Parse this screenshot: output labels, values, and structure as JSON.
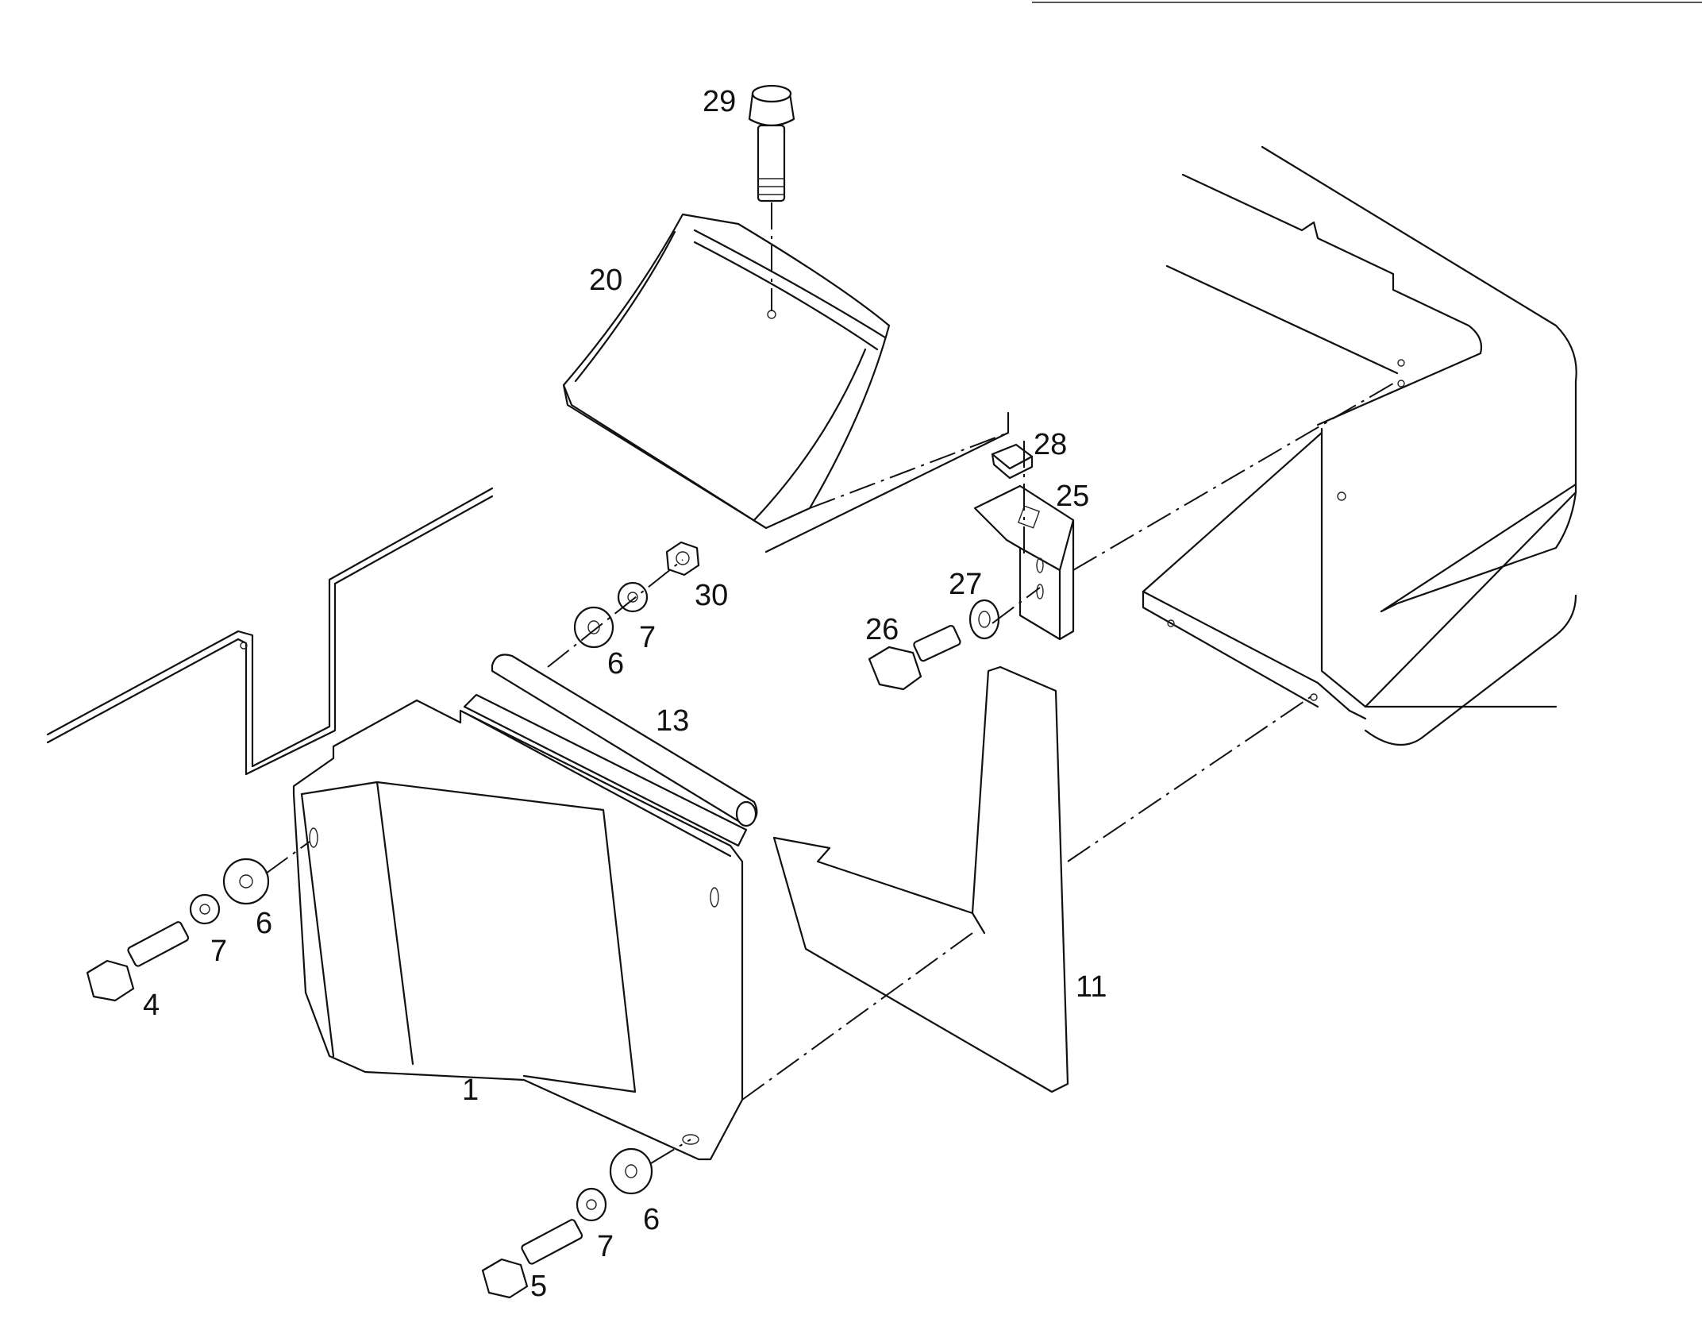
{
  "labels": {
    "p1": "1",
    "p4": "4",
    "p5": "5",
    "p6a": "6",
    "p6b": "6",
    "p6c": "6",
    "p7a": "7",
    "p7b": "7",
    "p7c": "7",
    "p11": "11",
    "p13": "13",
    "p20": "20",
    "p25": "25",
    "p26": "26",
    "p27": "27",
    "p28": "28",
    "p29": "29",
    "p30": "30"
  }
}
